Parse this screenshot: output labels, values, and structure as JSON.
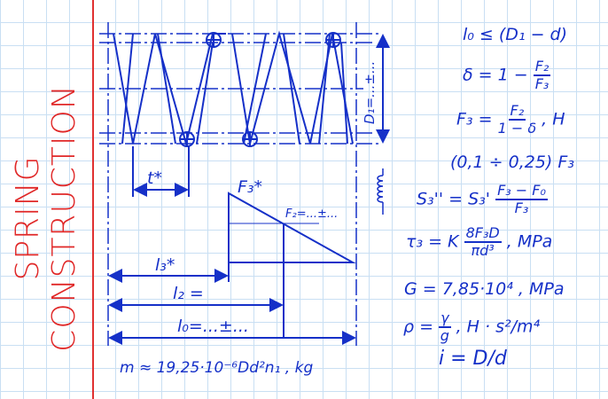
{
  "title": "SPRING CONSTRUCTION",
  "labels": {
    "t": "t*",
    "D1": "D₁=...±...",
    "F3": "F₃*",
    "F2": "F₂=...±...",
    "l3": "l₃*",
    "l2": "l₂ =",
    "l0": "l₀=...±...",
    "mass": "m ≈ 19,25·10⁻⁶Dd²n₁ , kg"
  },
  "formulas": {
    "f1": "l₀ ≤ (D₁ − d)",
    "f2_left": "δ = 1 −",
    "f2_num": "F₂",
    "f2_den": "F₃",
    "f3_left": "F₃ =",
    "f3_num": "F₂",
    "f3_den": "1 − δ",
    "f3_unit": ", H",
    "f4": "(0,1 ÷ 0,25) F₃",
    "f5_left": "S₃'' = S₃'",
    "f5_num": "F₃ − F₀",
    "f5_den": "F₃",
    "f6_left": "τ₃ = K",
    "f6_num": "8F₃D",
    "f6_den": "πd³",
    "f6_unit": ", MPa",
    "f7": "G = 7,85·10⁴ , MPa",
    "f8_left": "ρ =",
    "f8_num": "γ",
    "f8_den": "g",
    "f8_unit": ", H · s²/m⁴",
    "f9": "i = D/d"
  },
  "colors": {
    "ink": "#1530c8",
    "margin": "#e03030",
    "grid": "#c9dff3"
  }
}
